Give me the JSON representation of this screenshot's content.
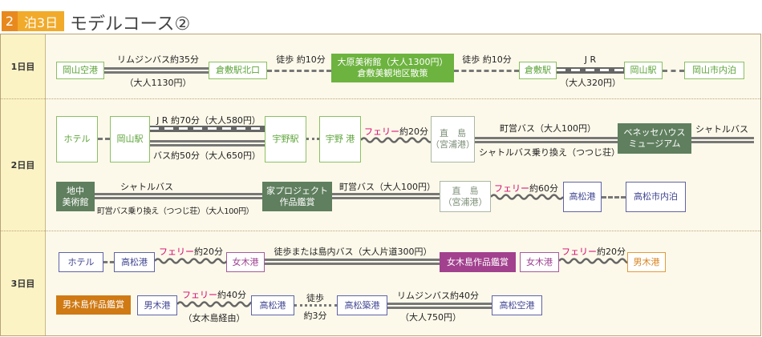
{
  "title": {
    "badge_num": "2",
    "badge_text": "泊3日",
    "text": "モデルコース②"
  },
  "days": [
    {
      "label": "1日目"
    },
    {
      "label": "2日目"
    },
    {
      "label": "3日目"
    }
  ],
  "ferry_word": "フェリー",
  "day1": {
    "n": [
      "岡山空港",
      "倉敷駅北口",
      "大原美術館（大人1300円）",
      "倉敷美観地区散策",
      "倉敷駅",
      "岡山駅",
      "岡山市内泊"
    ],
    "l": [
      "リムジンバス約35分",
      "（大人1130円）",
      "徒歩 約10分",
      "徒歩 約10分",
      "J R",
      "（大人320円）"
    ]
  },
  "day2": {
    "n": [
      "ホテル",
      "岡山駅",
      "宇野駅",
      "宇野 港",
      "直　島",
      "（宮浦港）",
      "ベネッセハウス",
      "ミュージアム",
      "地中",
      "美術館",
      "家プロジェクト",
      "作品鑑賞",
      "直　島",
      "（宮浦港）",
      "高松港",
      "高松市内泊"
    ],
    "l": [
      "J R 約70分（大人580円）",
      "バス約50分（大人650円）",
      "約20分",
      "町営バス（大人100円）",
      "シャトルバス乗り換え（つつじ荘）",
      "シャトルバス",
      "シャトルバス",
      "町営バス乗り換え（つつじ荘）（大人100円）",
      "町営バス（大人100円）",
      "約60分"
    ]
  },
  "day3": {
    "n": [
      "ホテル",
      "高松港",
      "女木港",
      "女木島作品鑑賞",
      "女木港",
      "男木港",
      "男木島作品鑑賞",
      "男木港",
      "高松港",
      "高松築港",
      "高松空港"
    ],
    "l": [
      "約20分",
      "徒歩または島内バス（大人片道300円）",
      "約20分",
      "約40分",
      "（女木島経由）",
      "徒歩",
      "約3分",
      "リムジンバス約40分",
      "（大人750円）"
    ]
  },
  "colors": {
    "green": "#6db33f",
    "dark_green": "#5f7f5e",
    "purple": "#5f63a8",
    "magenta": "#a2418e",
    "orange": "#cf7a14",
    "ferry": "#d4006c"
  }
}
